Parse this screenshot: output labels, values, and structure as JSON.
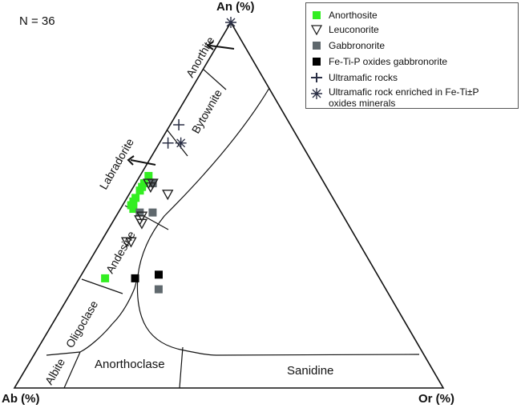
{
  "sample_count": "N = 36",
  "vertices": {
    "top": "An (%)",
    "left": "Ab (%)",
    "right": "Or (%)"
  },
  "fields": [
    {
      "name": "Anorthite"
    },
    {
      "name": "Bytownite"
    },
    {
      "name": "Labradorite"
    },
    {
      "name": "Andesine"
    },
    {
      "name": "Oligoclase"
    },
    {
      "name": "Albite"
    },
    {
      "name": "Anorthoclase"
    },
    {
      "name": "Sanidine"
    }
  ],
  "legend": [
    {
      "label": "Anorthosite",
      "symbol": "square",
      "color": "#33ee22"
    },
    {
      "label": "Leuconorite",
      "symbol": "triangle-down",
      "color": "#222222"
    },
    {
      "label": "Gabbronorite",
      "symbol": "square",
      "color": "#5f686d"
    },
    {
      "label": "Fe-Ti-P oxides gabbronorite",
      "symbol": "square",
      "color": "#000000"
    },
    {
      "label": "Ultramafic rocks",
      "symbol": "plus",
      "color": "#2a2f45"
    },
    {
      "label": "Ultramafic rock enriched in Fe-Ti±P",
      "label2": "oxides minerals",
      "symbol": "asterisk",
      "color": "#2a2f45"
    }
  ],
  "chart_data": {
    "type": "scatter",
    "subtype": "ternary",
    "title": "",
    "axes": {
      "top": "An (%)",
      "left": "Ab (%)",
      "right": "Or (%)"
    },
    "annotation": "N = 36",
    "legend_position": "top-right",
    "series": [
      {
        "name": "Anorthosite",
        "points": [
          {
            "An": 58,
            "Ab": 40,
            "Or": 2
          },
          {
            "An": 56,
            "Ab": 42,
            "Or": 2
          },
          {
            "An": 55,
            "Ab": 43,
            "Or": 2
          },
          {
            "An": 54,
            "Ab": 44,
            "Or": 2
          },
          {
            "An": 52,
            "Ab": 46,
            "Or": 2
          },
          {
            "An": 51,
            "Ab": 47,
            "Or": 2
          },
          {
            "An": 50,
            "Ab": 48,
            "Or": 2
          },
          {
            "An": 49,
            "Ab": 48,
            "Or": 3
          },
          {
            "An": 30,
            "Ab": 64,
            "Or": 6
          }
        ]
      },
      {
        "name": "Leuconorite",
        "points": [
          {
            "An": 56,
            "Ab": 41,
            "Or": 3
          },
          {
            "An": 56,
            "Ab": 40,
            "Or": 4
          },
          {
            "An": 55,
            "Ab": 41,
            "Or": 4
          },
          {
            "An": 53,
            "Ab": 38,
            "Or": 9
          },
          {
            "An": 47,
            "Ab": 47,
            "Or": 6
          },
          {
            "An": 46,
            "Ab": 48,
            "Or": 6
          },
          {
            "An": 45,
            "Ab": 48,
            "Or": 7
          },
          {
            "An": 40,
            "Ab": 54,
            "Or": 6
          },
          {
            "An": 40,
            "Ab": 53,
            "Or": 7
          }
        ]
      },
      {
        "name": "Gabbronorite",
        "points": [
          {
            "An": 56,
            "Ab": 40,
            "Or": 4
          },
          {
            "An": 48,
            "Ab": 47,
            "Or": 5
          },
          {
            "An": 48,
            "Ab": 44,
            "Or": 8
          },
          {
            "An": 27,
            "Ab": 53,
            "Or": 20
          }
        ]
      },
      {
        "name": "Fe-Ti-P oxides gabbronorite",
        "points": [
          {
            "An": 30,
            "Ab": 57,
            "Or": 13
          },
          {
            "An": 31,
            "Ab": 51,
            "Or": 18
          }
        ]
      },
      {
        "name": "Ultramafic rocks",
        "points": [
          {
            "An": 72,
            "Ab": 26,
            "Or": 2
          },
          {
            "An": 67,
            "Ab": 31,
            "Or": 2
          }
        ]
      },
      {
        "name": "Ultramafic rock enriched in Fe-Ti±P oxides minerals",
        "points": [
          {
            "An": 100,
            "Ab": 0,
            "Or": 0
          },
          {
            "An": 67,
            "Ab": 28,
            "Or": 5
          }
        ]
      }
    ],
    "field_labels": [
      "Anorthite",
      "Bytownite",
      "Labradorite",
      "Andesine",
      "Oligoclase",
      "Albite",
      "Anorthoclase",
      "Sanidine"
    ]
  }
}
